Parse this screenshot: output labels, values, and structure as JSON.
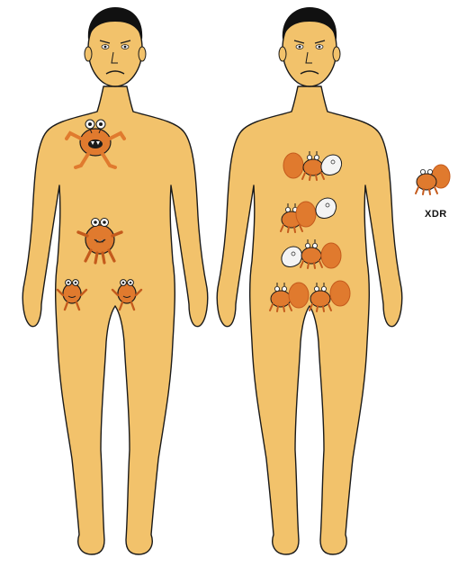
{
  "legend": {
    "label": "XDR"
  },
  "colors": {
    "skin": "#f2c26b",
    "outline": "#1a1a1a",
    "hair": "#111111",
    "monster": "#e07a2e",
    "monster_dark": "#c45a1c",
    "cell_white": "#f4f4f4"
  },
  "figures": [
    {
      "id": "left-figure",
      "monsters": [
        "chest-monster",
        "belly-monster",
        "pelvis-monster-left",
        "pelvis-monster-right"
      ]
    },
    {
      "id": "right-figure",
      "monsters": [
        "crab-cell-group-1",
        "crab-cell-group-2",
        "crab-cell-group-3",
        "crab-cell-group-4"
      ]
    }
  ]
}
